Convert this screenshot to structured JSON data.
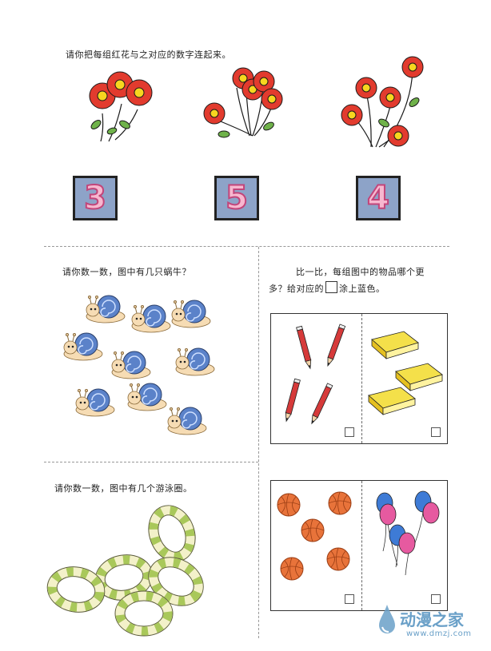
{
  "section1": {
    "instruction": "请你把每组红花与之对应的数字连起来。",
    "cards": [
      "3",
      "5",
      "4"
    ]
  },
  "section2": {
    "instruction": "请你数一数，图中有几只蜗牛？"
  },
  "section3": {
    "instruction_line1": "比一比，每组图中的物品哪个更",
    "instruction_line2a": "多？给对应的",
    "instruction_line2b": "涂上蓝色。"
  },
  "section4": {
    "instruction": "请你数一数，图中有几个游泳圈。"
  },
  "watermark": {
    "name": "动漫之家",
    "url": "www.dmzj.com"
  },
  "colors": {
    "flower_red": "#e23b2e",
    "flower_center": "#f7d61f",
    "card_bg": "#8da3c8",
    "card_number": "#f7b7cf",
    "pencil": "#d63a3a",
    "book": "#f4e04a",
    "ball": "#e8733a",
    "balloon_blue": "#3e7bd6",
    "balloon_pink": "#e65aa0",
    "snail_shell": "#5b82c9",
    "ring_cream": "#f3f1c9",
    "ring_green": "#a9c85a"
  }
}
